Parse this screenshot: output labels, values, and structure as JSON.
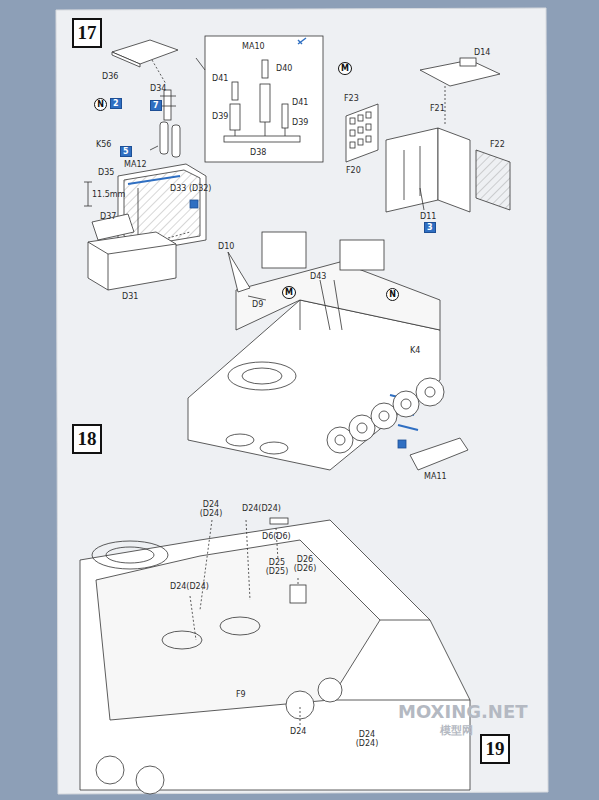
{
  "diagram": {
    "nodes": [
      {
        "text": [
          "17"
        ]
      },
      {
        "text": [
          "N"
        ]
      },
      {
        "text": [
          "2"
        ]
      },
      {
        "text": [
          "7"
        ]
      },
      {
        "text": [
          "5"
        ]
      },
      {
        "text": [
          "M"
        ]
      },
      {
        "text": [
          "3"
        ]
      },
      {
        "text": [
          "18"
        ]
      },
      {
        "text": [
          "M"
        ]
      },
      {
        "text": [
          "N"
        ]
      },
      {
        "text": [
          "19"
        ]
      }
    ],
    "labels": [
      "D36",
      "D34",
      "K56",
      "MA12",
      "D35",
      "D33 (D32)",
      "11.5mm",
      "D37",
      "D31",
      "MA10",
      "D41",
      "D40",
      "D41",
      "D39",
      "D39",
      "D38",
      "D14",
      "F23",
      "F21",
      "F22",
      "F20",
      "D11",
      "D10",
      "D9",
      "D43",
      "K4",
      "MA11",
      "D24 (D24)",
      "D24(D24)",
      "D6(D6)",
      "D25 (D25)",
      "D26 (D26)",
      "D24(D24)",
      "F9",
      "D24",
      "D24 (D24)",
      "MOXING.NET",
      "模型网"
    ]
  }
}
